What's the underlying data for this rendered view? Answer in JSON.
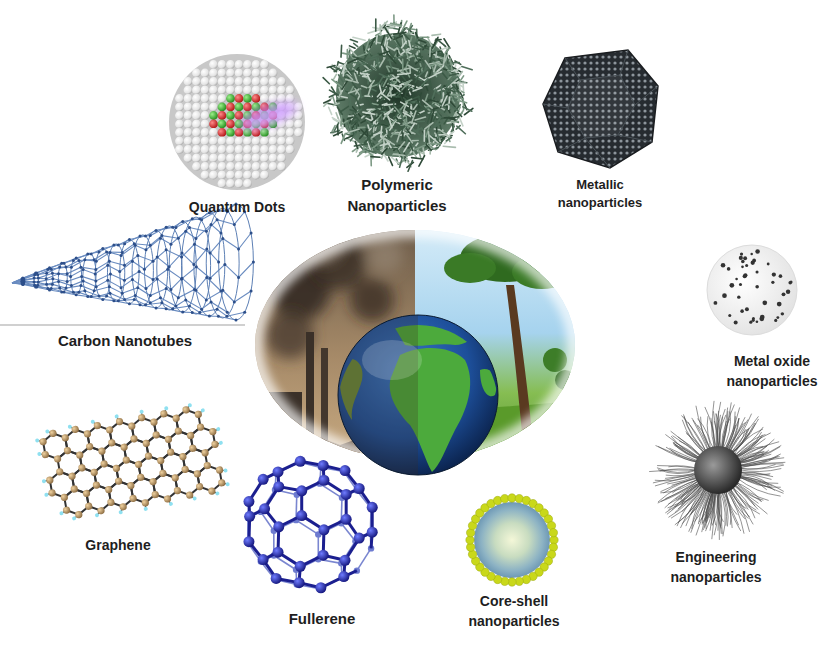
{
  "diagram": {
    "labels": [
      "Quantum Dots",
      "Polymeric Nanoparticles",
      "Metallic nanoparticles",
      "Carbon Nanotubes",
      "Metal oxide nanoparticles",
      "Graphene",
      "Fullerene",
      "Core-shell nanoparticles",
      "Engineering nanoparticles"
    ]
  }
}
